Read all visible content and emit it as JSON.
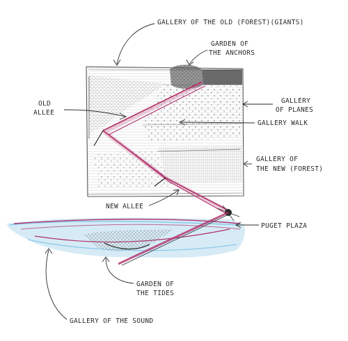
{
  "labels": {
    "gallery_old_line1": "GALLERY OF THE OLD (FOREST)(GIANTS)",
    "garden_anchors_line1": "GARDEN OF",
    "garden_anchors_line2": "THE ANCHORS",
    "old_allee_line1": "OLD",
    "old_allee_line2": "ALLEE",
    "gallery_planes_line1": "GALLERY",
    "gallery_planes_line2": "OF PLANES",
    "gallery_walk": "GALLERY WALK",
    "gallery_new_line1": "GALLERY OF",
    "gallery_new_line2": "THE NEW (FOREST)",
    "new_allee": "NEW ALLEE",
    "puget_plaza": "PUGET PLAZA",
    "garden_tides_line1": "GARDEN OF",
    "garden_tides_line2": "THE TIDES",
    "gallery_sound": "GALLERY OF THE SOUND"
  },
  "colors": {
    "ink": "#2a2a2a",
    "path_magenta": "#b0306a",
    "water_blue": "#8cc8e8",
    "pencil_gray": "#8a8a8a"
  }
}
